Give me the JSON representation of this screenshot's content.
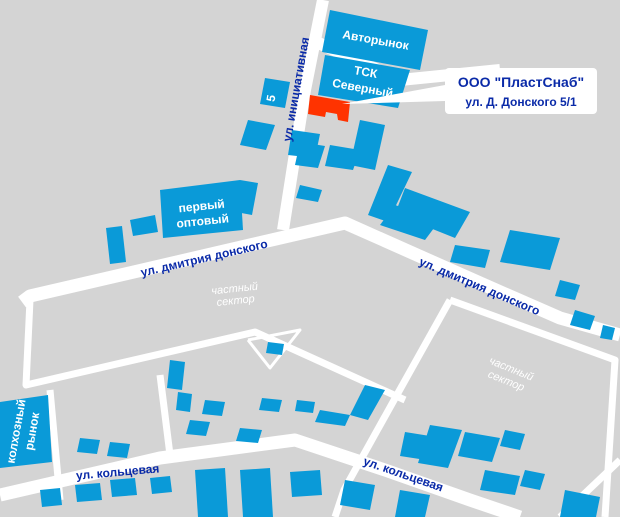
{
  "map": {
    "streets": {
      "initiativnaya": "ул. инициативная",
      "donskogo_west": "ул. дмитрия донского",
      "donskogo_east": "ул. дмитрия донского",
      "koltsevaya_west": "ул. кольцевая",
      "koltsevaya_east": "ул. кольцевая"
    },
    "places": {
      "avtorynok": "Авторынок",
      "tsk_line1": "ТСК",
      "tsk_line2": "Северный",
      "optovy_line1": "первый",
      "optovy_line2": "оптовый",
      "kolkhozny_line1": "колхозный",
      "kolkhozny_line2": "рынок",
      "building_number": "5"
    },
    "sectors": {
      "center_line1": "частный",
      "center_line2": "сектор",
      "east_line1": "частный",
      "east_line2": "сектор"
    },
    "callout": {
      "company": "ООО \"ПластСнаб\"",
      "address": "ул. Д. Донского 5/1"
    },
    "colors": {
      "background": "#d4d4d4",
      "road": "#ffffff",
      "building": "#0a9ad8",
      "target": "#ff3300",
      "label": "#0a2aa8"
    }
  }
}
